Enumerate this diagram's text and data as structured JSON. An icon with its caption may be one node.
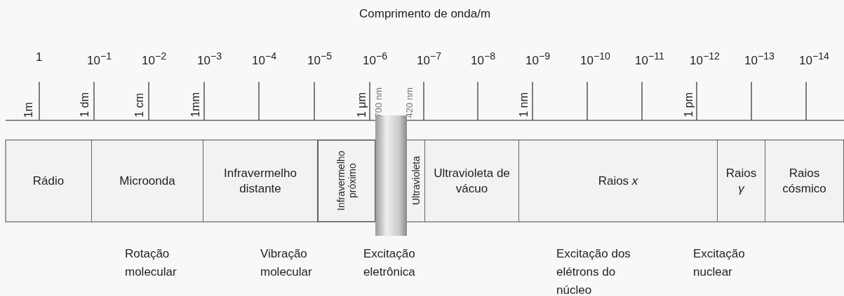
{
  "diagram": {
    "nodes": [
      {
        "text": [
          "Rádio"
        ]
      },
      {
        "text": [
          "Microonda"
        ]
      },
      {
        "text": [
          "Infravermelho distante"
        ]
      },
      {
        "text": [
          "Infravermelho próximo"
        ]
      },
      {
        "text": [],
        "shape": "bar"
      },
      {
        "text": [
          "Ultravioleta"
        ]
      },
      {
        "text": [
          "Ultravioleta de vácuo"
        ]
      },
      {
        "text": [
          "Raios *x*"
        ]
      },
      {
        "text": [
          "Raios *γ*"
        ]
      },
      {
        "text": [
          "Raios cósmico"
        ]
      }
    ],
    "labels": [
      "Comprimento de onda/m",
      "1",
      "10$^{−1}$",
      "10$^{−2}$",
      "10$^{−3}$",
      "10$^{−4}$",
      "10$^{−5}$",
      "10$^{−6}$",
      "10$^{−7}$",
      "10$^{−8}$",
      "10$^{−9}$",
      "10$^{−10}$",
      "10$^{−11}$",
      "10$^{−12}$",
      "10$^{−13}$",
      "10$^{−14}$",
      "1m",
      "1 dm",
      "1 cm",
      "1mm",
      "1 μm",
      "700 nm",
      "420 nm",
      "1 nm",
      "1 pm",
      "Rotação molecular",
      "Vibração molecular",
      "Excitação eletrônica",
      "Excitação dos elétrons do núcleo",
      "Excitação nuclear"
    ]
  }
}
